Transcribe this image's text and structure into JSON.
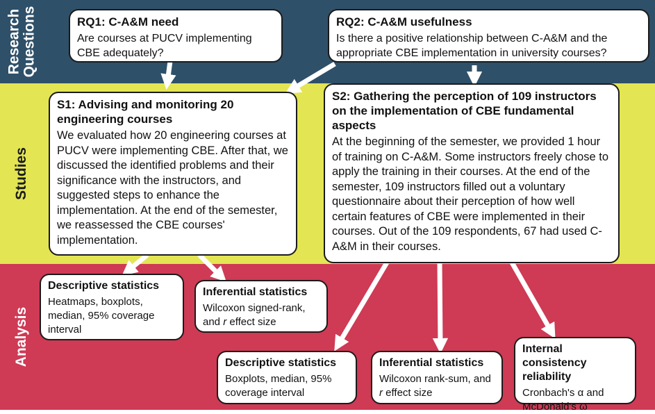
{
  "bands": {
    "research_questions": "Research\nQuestions",
    "studies": "Studies",
    "analysis": "Analysis"
  },
  "rq1": {
    "title": "RQ1: C-A&M need",
    "text": "Are courses at PUCV implementing CBE adequately?"
  },
  "rq2": {
    "title": "RQ2: C-A&M usefulness",
    "text": "Is there a positive relationship between C-A&M and the appropriate CBE implementation in university courses?"
  },
  "s1": {
    "title": "S1: Advising and monitoring 20 engineering courses",
    "text": "We evaluated how 20 engineering courses at PUCV were implementing CBE. After that, we discussed the identified problems and their significance with the instructors, and suggested steps to enhance the implementation. At the end of the semester, we reassessed the CBE courses' implementation."
  },
  "s2": {
    "title": "S2: Gathering the perception of 109 instructors on the implementation of CBE fundamental aspects",
    "text": "At the beginning of the semester, we provided 1 hour of training on C-A&M. Some instructors freely chose to apply the training in their courses. At the end of the semester, 109 instructors filled out a voluntary questionnaire about their perception of how well certain features of CBE were implemented in their courses. Out of the 109 respondents, 67 had used C-A&M in their courses."
  },
  "a1": {
    "title": "Descriptive statistics",
    "text": "Heatmaps, boxplots, median, 95% coverage interval"
  },
  "a2": {
    "title": "Inferential statistics",
    "text_pre": "Wilcoxon signed-rank, and ",
    "text_r": "r",
    "text_post": " effect size"
  },
  "a3": {
    "title": "Descriptive statistics",
    "text": "Boxplots, median, 95% coverage interval"
  },
  "a4": {
    "title": "Inferential statistics",
    "text_pre": "Wilcoxon rank-sum, and ",
    "text_r": "r",
    "text_post": " effect size"
  },
  "a5": {
    "title": "Internal consistency reliability",
    "text": "Cronbach's α and McDonald's ω"
  },
  "colors": {
    "research_band": "#2f5069",
    "studies_band": "#e3e553",
    "analysis_band": "#cf3a55",
    "arrow": "#ffffff"
  }
}
